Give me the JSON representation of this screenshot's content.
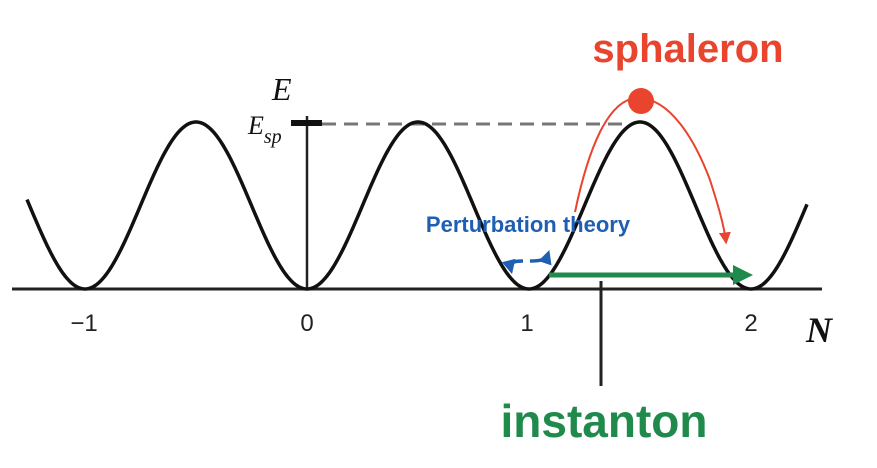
{
  "diagram": {
    "y_axis_label": "E",
    "x_axis_label": "N",
    "level_label": {
      "main": "E",
      "sub": "sp"
    },
    "x_ticks": [
      "−1",
      "0",
      "1",
      "2"
    ],
    "labels": {
      "sphaleron": "sphaleron",
      "perturbation": "Perturbation theory",
      "instanton": "instanton"
    },
    "colors": {
      "curve": "#111111",
      "axis": "#222222",
      "sphaleron": "#e8442e",
      "perturbation": "#1f5fb3",
      "instanton": "#1f8a4c",
      "dashed": "#777777"
    }
  }
}
